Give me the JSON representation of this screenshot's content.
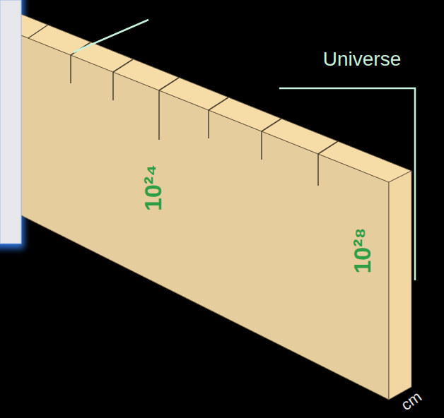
{
  "diagram": {
    "labels": [
      "Universe",
      "10²⁴",
      "10²⁸",
      "cm"
    ]
  }
}
